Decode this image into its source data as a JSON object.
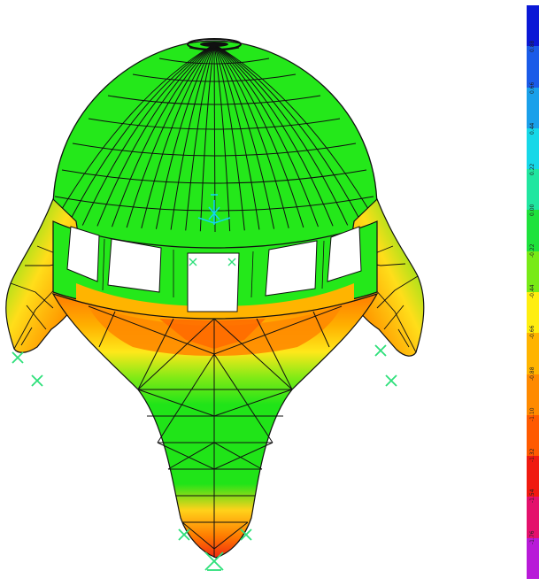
{
  "legend": {
    "colors": [
      "#0a18d6",
      "#1a5be8",
      "#1aa0ea",
      "#16d8e8",
      "#20e6a0",
      "#1ee23c",
      "#78ea16",
      "#ffee10",
      "#ffb400",
      "#ff8a00",
      "#ff5a00",
      "#f01a10",
      "#e4106c",
      "#b81ad8"
    ],
    "ticks": [
      "0.88",
      "0.66",
      "0.44",
      "0.22",
      "0.00",
      "-0.22",
      "-0.44",
      "-0.66",
      "-0.88",
      "-1.10",
      "-1.32",
      "-1.54",
      "-1.76"
    ]
  },
  "colors": {
    "shell_green": "#24e81a",
    "mesh_line": "#101010",
    "support": "#2ee07a",
    "load": "#12d6ee"
  }
}
